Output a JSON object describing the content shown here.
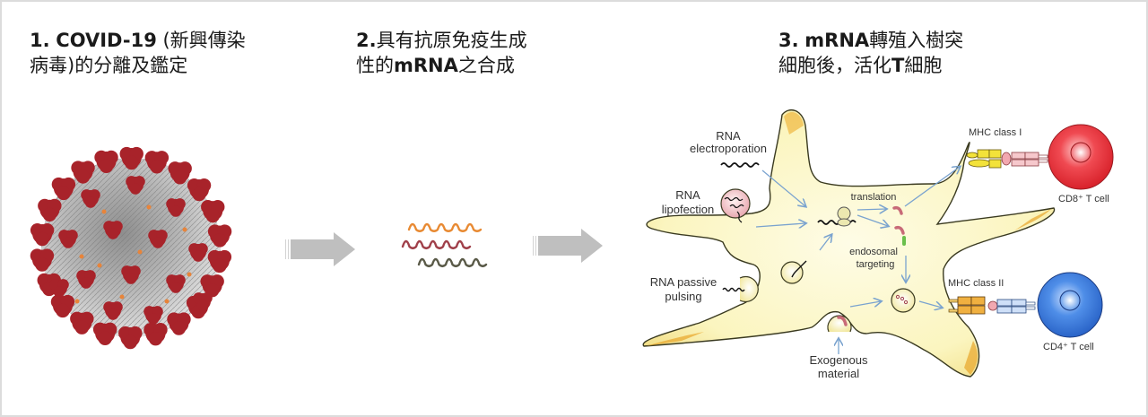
{
  "steps": [
    {
      "number": "1.",
      "title_bold": "COVID-19",
      "title_line1_rest": " (新興傳染",
      "title_line2": "病毒)的分離及鑑定"
    },
    {
      "number": "2.",
      "title_line1_rest": "具有抗原免疫生成",
      "title_line2_pre": "性的",
      "title_line2_bold": "mRNA",
      "title_line2_post": "之合成"
    },
    {
      "number": "3.",
      "title_bold": "mRNA",
      "title_line1_rest": "轉殖入樹突",
      "title_line2_pre": "細胞後，活化",
      "title_line2_bold": "T",
      "title_line2_post": "細胞"
    }
  ],
  "diagram": {
    "labels": {
      "rna_electroporation_1": "RNA",
      "rna_electroporation_2": "electroporation",
      "rna_lipofection_1": "RNA",
      "rna_lipofection_2": "lipofection",
      "rna_passive_1": "RNA passive",
      "rna_passive_2": "pulsing",
      "translation": "translation",
      "endosomal_1": "endosomal",
      "endosomal_2": "targeting",
      "exogenous_1": "Exogenous",
      "exogenous_2": "material",
      "mhc1": "MHC class I",
      "mhc2": "MHC class II",
      "cd8": "CD8⁺ T cell",
      "cd4": "CD4⁺ T cell"
    },
    "colors": {
      "virus_spike": "#a8232a",
      "virus_body": "#b9b9b9",
      "arrow_gray": "#bfbfbf",
      "cell_fill": "#fbf6c4",
      "cell_edge": "#e6b84a",
      "cd8_cell": "#e8333b",
      "cd4_cell": "#3a78d8",
      "flow_arrow": "#7aa3cf",
      "mrna_orange": "#e88a33",
      "mrna_red": "#a0404a",
      "mrna_dark": "#5a5a4a"
    }
  }
}
